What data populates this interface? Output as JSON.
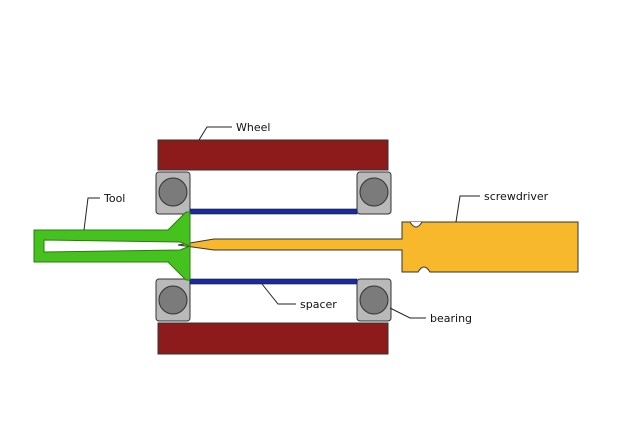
{
  "labels": {
    "wheel": "Wheel",
    "tool": "Tool",
    "screwdriver": "screwdriver",
    "spacer": "spacer",
    "bearing": "bearing"
  },
  "colors": {
    "wheel": "#8e1b1b",
    "tool": "#46c21e",
    "screwdriver": "#f7b92b",
    "spacer": "#1a2aa0",
    "bearing_housing": "#b9b9b9",
    "bearing_ball": "#7b7b7b",
    "outline": "#333333"
  }
}
